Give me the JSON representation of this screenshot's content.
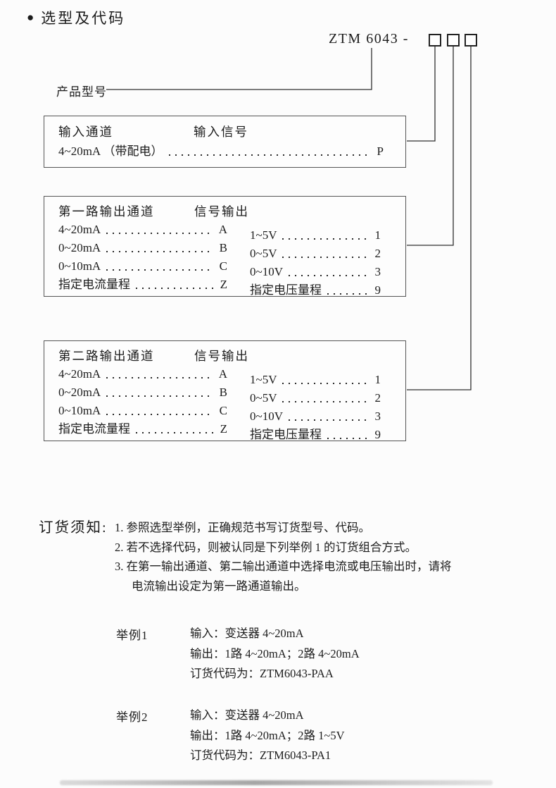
{
  "header": {
    "bullet": "●",
    "title": "选型及代码",
    "model_prefix": "ZTM 6043 -",
    "product_model_label": "产品型号"
  },
  "input_box": {
    "channel_header": "输入通道",
    "signal_header": "输入信号",
    "rows": [
      {
        "label": "4~20mA （带配电）",
        "code": "P"
      }
    ]
  },
  "output1_box": {
    "channel_header": "第一路输出通道",
    "signal_header": "信号输出",
    "current_rows": [
      {
        "label": "4~20mA",
        "code": "A"
      },
      {
        "label": "0~20mA",
        "code": "B"
      },
      {
        "label": "0~10mA",
        "code": "C"
      },
      {
        "label": "指定电流量程",
        "code": "Z"
      }
    ],
    "voltage_rows": [
      {
        "label": "1~5V",
        "code": "1"
      },
      {
        "label": "0~5V",
        "code": "2"
      },
      {
        "label": "0~10V",
        "code": "3"
      },
      {
        "label": "指定电压量程",
        "code": "9"
      }
    ]
  },
  "output2_box": {
    "channel_header": "第二路输出通道",
    "signal_header": "信号输出",
    "current_rows": [
      {
        "label": "4~20mA",
        "code": "A"
      },
      {
        "label": "0~20mA",
        "code": "B"
      },
      {
        "label": "0~10mA",
        "code": "C"
      },
      {
        "label": "指定电流量程",
        "code": "Z"
      }
    ],
    "voltage_rows": [
      {
        "label": "1~5V",
        "code": "1"
      },
      {
        "label": "0~5V",
        "code": "2"
      },
      {
        "label": "0~10V",
        "code": "3"
      },
      {
        "label": "指定电压量程",
        "code": "9"
      }
    ]
  },
  "notes": {
    "title": "订货须知:",
    "items": [
      "1. 参照选型举例，正确规范书写订货型号、代码。",
      "2. 若不选择代码，则被认同是下列举例 1 的订货组合方式。",
      "3. 在第一输出通道、第二输出通道中选择电流或电压输出时，请将电流输出设定为第一路通道输出。"
    ]
  },
  "examples": [
    {
      "label": "举例1",
      "lines": [
        "输入：变送器 4~20mA",
        "输出：1路 4~20mA；2路 4~20mA",
        "订货代码为：ZTM6043-PAA"
      ]
    },
    {
      "label": "举例2",
      "lines": [
        "输入：变送器 4~20mA",
        "输出：1路 4~20mA；2路 1~5V",
        "订货代码为：ZTM6043-PA1"
      ]
    }
  ]
}
